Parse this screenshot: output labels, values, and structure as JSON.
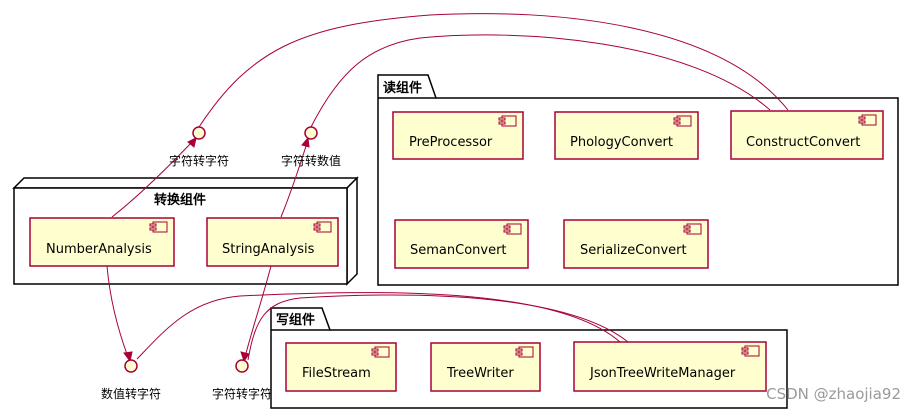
{
  "packages": {
    "read": "读组件",
    "convert": "转换组件",
    "write": "写组件"
  },
  "components": {
    "pre_processor": "PreProcessor",
    "phology_convert": "PhologyConvert",
    "construct_convert": "ConstructConvert",
    "seman_convert": "SemanConvert",
    "serialize_convert": "SerializeConvert",
    "number_analysis": "NumberAnalysis",
    "string_analysis": "StringAnalysis",
    "file_stream": "FileStream",
    "tree_writer": "TreeWriter",
    "json_tree_write_manager": "JsonTreeWriteManager"
  },
  "interfaces": {
    "top_char_to_char": "字符转字符",
    "top_char_to_number": "字符转数值",
    "bottom_number_to_char": "数值转字符",
    "bottom_char_to_char": "字符转字符"
  },
  "watermark": "CSDN @zhaojia92",
  "colors": {
    "component_fill": "#FEFECE",
    "line": "#A80036",
    "frame": "#000000"
  }
}
